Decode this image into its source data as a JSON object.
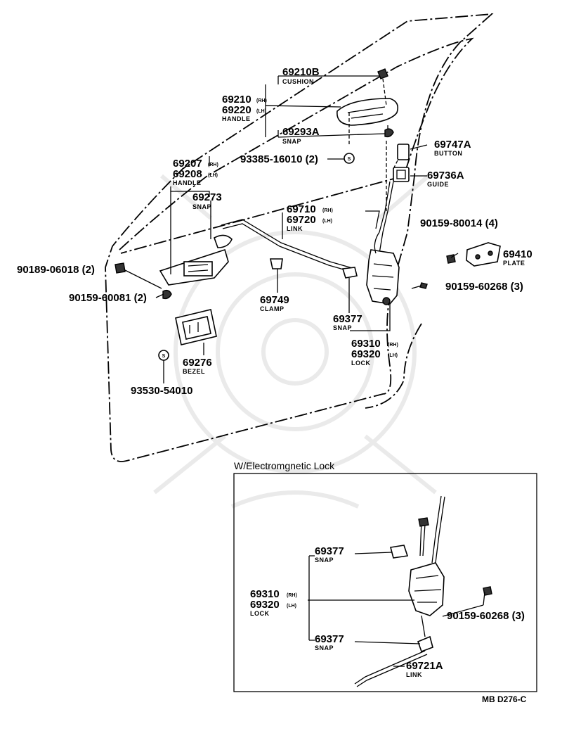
{
  "labels": {
    "p69210B": {
      "num": "69210B",
      "sub": "CUSHION"
    },
    "p69210": {
      "num": "69210",
      "tag": "(RH)"
    },
    "p69220": {
      "num": "69220",
      "tag": "(LH)",
      "sub": "HANDLE"
    },
    "p69293A": {
      "num": "69293A",
      "sub": "SNAP"
    },
    "p93385": {
      "num": "93385-16010 (2)"
    },
    "p69207": {
      "num": "69207",
      "tag": "(RH)"
    },
    "p69208": {
      "num": "69208",
      "tag": "(LH)",
      "sub": "HANDLE"
    },
    "p69273": {
      "num": "69273",
      "sub": "SNAP"
    },
    "p69710": {
      "num": "69710",
      "tag": "(RH)"
    },
    "p69720": {
      "num": "69720",
      "tag": "(LH)",
      "sub": "LINK"
    },
    "p69747A": {
      "num": "69747A",
      "sub": "BUTTON"
    },
    "p69736A": {
      "num": "69736A",
      "sub": "GUIDE"
    },
    "p90159_80014": {
      "num": "90159-80014 (4)"
    },
    "p69410": {
      "num": "69410",
      "sub": "PLATE"
    },
    "p90159_60268": {
      "num": "90159-60268 (3)"
    },
    "p90189": {
      "num": "90189-06018 (2)"
    },
    "p90159_60081": {
      "num": "90159-60081 (2)"
    },
    "p69749": {
      "num": "69749",
      "sub": "CLAMP"
    },
    "p69377": {
      "num": "69377",
      "sub": "SNAP"
    },
    "p69310": {
      "num": "69310",
      "tag": "(RH)"
    },
    "p69320": {
      "num": "69320",
      "tag": "(LH)",
      "sub": "LOCK"
    },
    "p69276": {
      "num": "69276",
      "sub": "BEZEL"
    },
    "p93530": {
      "num": "93530-54010"
    }
  },
  "inset": {
    "title": "W/Electromgnetic Lock",
    "p69377a": {
      "num": "69377",
      "sub": "SNAP"
    },
    "p69310": {
      "num": "69310",
      "tag": "(RH)"
    },
    "p69320": {
      "num": "69320",
      "tag": "(LH)",
      "sub": "LOCK"
    },
    "p90159_60268": {
      "num": "90159-60268 (3)"
    },
    "p69377b": {
      "num": "69377",
      "sub": "SNAP"
    },
    "p69721A": {
      "num": "69721A",
      "sub": "LINK"
    }
  },
  "ref_code": "MB D276-C",
  "clip_symbol": "S"
}
